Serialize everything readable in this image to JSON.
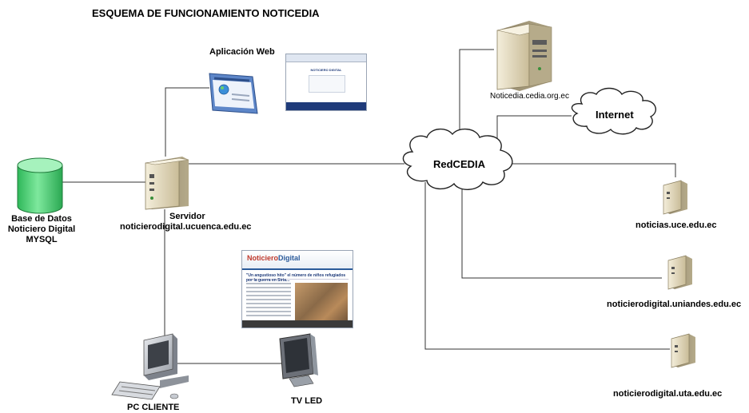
{
  "title": "ESQUEMA DE FUNCIONAMIENTO NOTICEDIA",
  "nodes": {
    "web_app": {
      "label": "Aplicación Web"
    },
    "server": {
      "label": "Servidor",
      "host": "noticierodigital.ucuenca.edu.ec"
    },
    "database": {
      "line1": "Base de Datos",
      "line2": "Noticiero Digital",
      "line3": "MYSQL"
    },
    "pc_client": {
      "label": "PC CLIENTE"
    },
    "tv_led": {
      "label": "TV LED"
    },
    "redcedia": {
      "label": "RedCEDIA"
    },
    "internet": {
      "label": "Internet"
    },
    "noticedia_server": {
      "label": "Noticedia.cedia.org.ec"
    },
    "uce": {
      "label": "noticias.uce.edu.ec"
    },
    "uniandes": {
      "label": "noticierodigital.uniandes.edu.ec"
    },
    "uta": {
      "label": "noticierodigital.uta.edu.ec"
    }
  },
  "screenshots": {
    "web_app_title": "NOTICIERO DIGITAL",
    "news_logo_a": "Noticiero",
    "news_logo_b": "Digital",
    "news_headline": "\"Un angustioso hito\" el número de niños refugiados por la guerra en Siria..."
  },
  "colors": {
    "line": "#333333",
    "db_green": "#4fd47a",
    "server_beige": "#e8dfc4",
    "cloud_fill": "#ffffff"
  }
}
